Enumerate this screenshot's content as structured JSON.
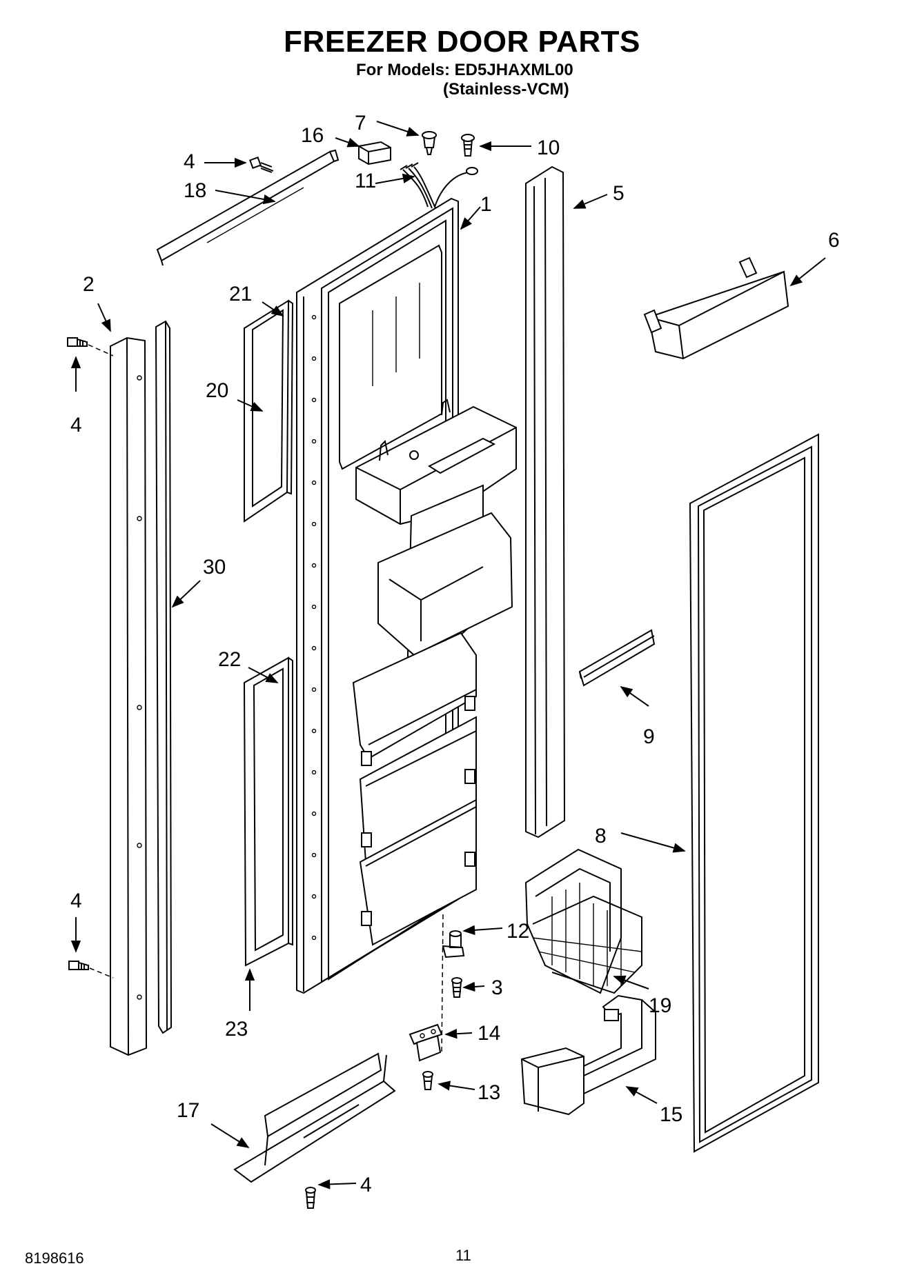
{
  "header": {
    "title": "FREEZER DOOR PARTS",
    "models_line": "For Models: ED5JHAXML00",
    "finish_line": "(Stainless-VCM)"
  },
  "footer": {
    "doc_number": "8198616",
    "page_number": "11"
  },
  "callouts": {
    "part_1": "1",
    "part_2": "2",
    "part_3": "3",
    "part_4_top": "4",
    "part_4_upper_left": "4",
    "part_4_lower_left": "4",
    "part_4_bottom": "4",
    "part_5": "5",
    "part_6": "6",
    "part_7": "7",
    "part_8": "8",
    "part_9": "9",
    "part_10": "10",
    "part_11": "11",
    "part_12": "12",
    "part_13": "13",
    "part_14": "14",
    "part_15": "15",
    "part_16": "16",
    "part_17": "17",
    "part_18": "18",
    "part_19": "19",
    "part_20": "20",
    "part_21": "21",
    "part_22": "22",
    "part_23": "23",
    "part_30": "30"
  }
}
